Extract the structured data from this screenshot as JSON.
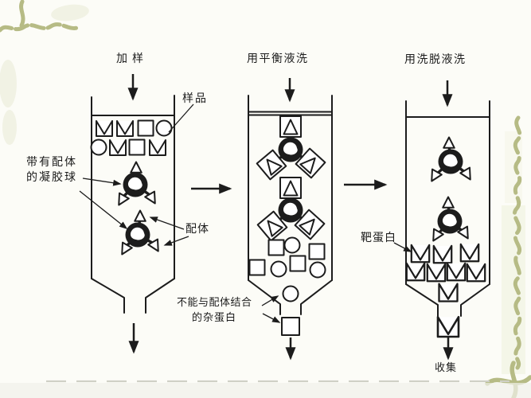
{
  "labels": {
    "add_sample": "加样",
    "sample": "样品",
    "wash_equilibrate": "用平衡液洗",
    "wash_elute": "用洗脱液洗",
    "bead_caption_line1": "带有配体",
    "bead_caption_line2": "的凝胶球",
    "ligand": "配体",
    "target_protein": "靶蛋白",
    "impurity_caption_line1": "不能与配体结合",
    "impurity_caption_line2": "的杂蛋白",
    "collect": "收集"
  },
  "shapes": {
    "gel_bead": "filled-circle-with-highlight",
    "ligand": "open-triangle",
    "target_protein": "notched-square-M",
    "bound_complex": "square-enclosing-triangle",
    "impurity_a": "open-square",
    "impurity_b": "open-circle"
  },
  "colors": {
    "ink": "#1c1c1c",
    "vine": "#b6bb85",
    "leaf": "#f1f2e4",
    "band": "#edf0dc",
    "dash": "#cfd0c6",
    "paper": "#fcfcf7"
  }
}
